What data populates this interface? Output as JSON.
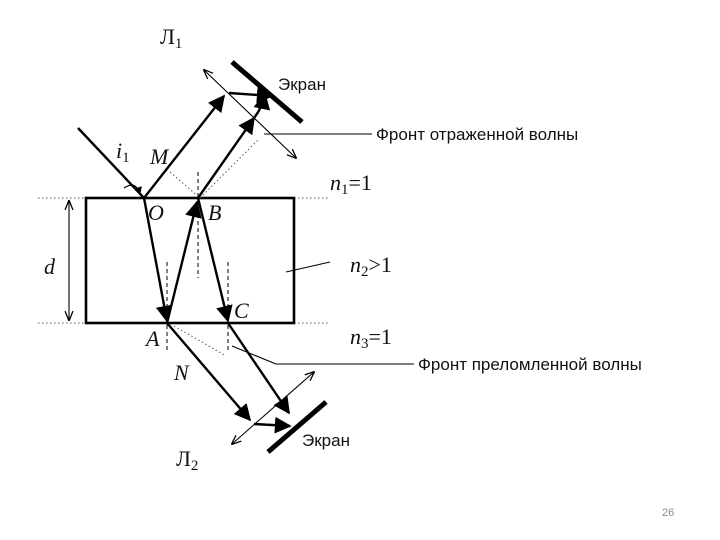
{
  "labels": {
    "ray1": "Л",
    "ray1_sub": "1",
    "ray2": "Л",
    "ray2_sub": "2",
    "angle": "i",
    "angle_sub": "1",
    "point_M": "M",
    "point_O": "O",
    "point_B": "B",
    "point_C": "C",
    "point_A": "A",
    "point_N": "N",
    "thickness": "d"
  },
  "media": {
    "n1": "n",
    "n1_sub": "1",
    "n1_val": "=1",
    "n2": "n",
    "n2_sub": "2",
    "n2_val": ">1",
    "n3": "n",
    "n3_sub": "3",
    "n3_val": "=1"
  },
  "callouts": {
    "screen_top": "Экран",
    "reflected_front": "Фронт отраженной волны",
    "refracted_front": "Фронт преломленной волны",
    "screen_bottom": "Экран"
  },
  "page_number": "26"
}
